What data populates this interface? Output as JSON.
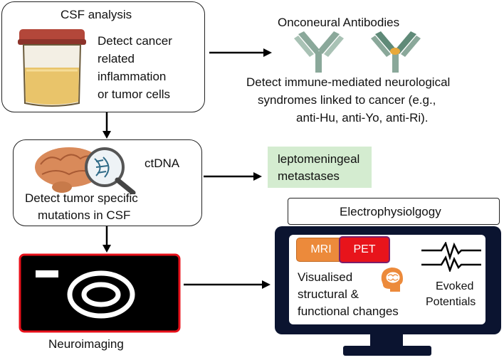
{
  "csf": {
    "title": "CSF analysis",
    "desc_lines": [
      "Detect cancer",
      "related",
      "inflammation",
      "or tumor cells"
    ]
  },
  "antibodies": {
    "title": "Onconeural Antibodies",
    "desc_lines": [
      "Detect immune-mediated neurological",
      "syndromes linked to cancer (e.g.,",
      "anti-Hu, anti-Yo, anti-Ri)."
    ]
  },
  "ctdna": {
    "title": "ctDNA",
    "desc_lines": [
      "Detect tumor specific",
      "mutations in CSF"
    ]
  },
  "leptomeningeal": {
    "lines": [
      "leptomeningeal",
      "metastases"
    ]
  },
  "electro": {
    "title": "Electrophysiolgogy"
  },
  "monitor": {
    "mri_label": "MRI",
    "pet_label": "PET",
    "visual_lines": [
      "Visualised",
      "structural &",
      "functional changes"
    ],
    "evoked_lines": [
      "Evoked",
      "Potentials"
    ]
  },
  "neuroimaging": {
    "label": "Neuroimaging"
  },
  "colors": {
    "mri": "#ec8a3b",
    "pet": "#e8141b",
    "antibody": "#8aa89a",
    "antibody_dark": "#5f8a78",
    "antibody_dot": "#e9a93b",
    "green_box": "#d4ecd0",
    "camera": "#e8101a",
    "monitor_frame": "#0b1430",
    "jar_cap": "#b3473a",
    "jar_fluid": "#e9c46a"
  }
}
